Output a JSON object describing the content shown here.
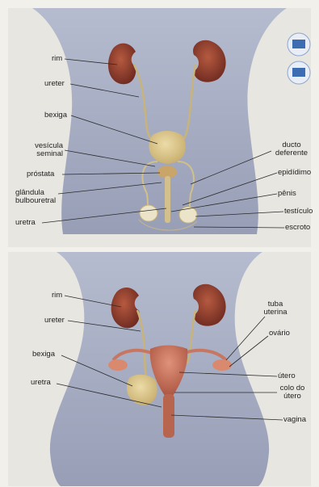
{
  "male_diagram": {
    "labels": {
      "rim": "rim",
      "ureter": "ureter",
      "bexiga": "bexiga",
      "vesicula_1": "vesícula",
      "vesicula_2": "seminal",
      "prostata": "próstata",
      "glandula_1": "glândula",
      "glandula_2": "bulbouretral",
      "uretra": "uretra",
      "ducto_1": "ducto",
      "ducto_2": "deferente",
      "epididimo": "epidídimo",
      "penis": "pênis",
      "testiculo": "testículo",
      "escroto": "escroto"
    }
  },
  "female_diagram": {
    "labels": {
      "rim": "rim",
      "ureter": "ureter",
      "bexiga": "bexiga",
      "uretra": "uretra",
      "tuba_1": "tuba",
      "tuba_2": "uterina",
      "ovario": "ovário",
      "utero": "útero",
      "colo_1": "colo do",
      "colo_2": "útero",
      "vagina": "vagina"
    }
  },
  "colors": {
    "background": "#f2f0ea",
    "body": "#a9afc4",
    "kidney": "#8a3a2c",
    "bladder": "#d9c58a",
    "uterus": "#c77761",
    "leader": "#2a2a2a"
  },
  "badge_icon": "publisher-seal-icon"
}
